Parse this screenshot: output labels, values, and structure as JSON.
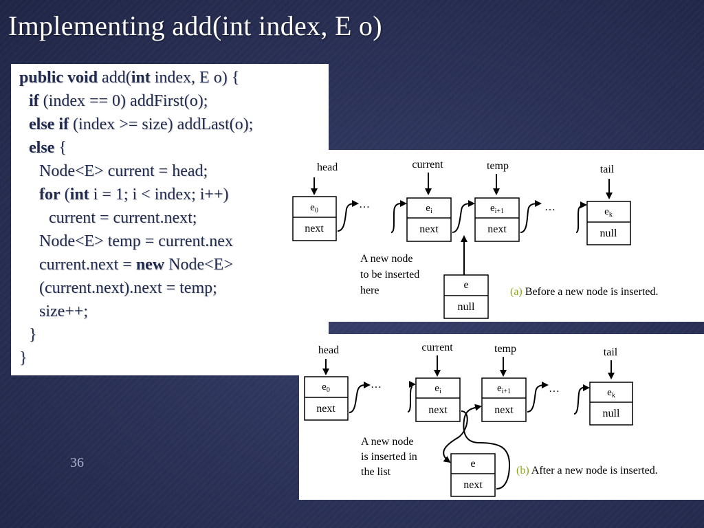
{
  "slide": {
    "title": "Implementing add(int index, E o)",
    "page_number": "36"
  },
  "code": {
    "l1": {
      "kw1": "public void",
      "t1": " add(",
      "kw2": "int",
      "t2": " index, E o) {"
    },
    "l2": {
      "kw1": "if",
      "t1": " (index == 0) addFirst(o);"
    },
    "l3": {
      "kw1": "else if",
      "t1": " (index >= size) addLast(o);"
    },
    "l4": {
      "kw1": "else",
      "t1": " {"
    },
    "l5": {
      "t1": "Node<E> current = head;"
    },
    "l6": {
      "kw1": "for",
      "t1": " (",
      "kw2": "int",
      "t2": " i = 1; i < index; i++)"
    },
    "l7": {
      "t1": "current = current.next;"
    },
    "l8": {
      "t1": "Node<E> temp = current.nex"
    },
    "l9": {
      "t1": "current.next = ",
      "kw1": "new",
      "t2": " Node<E>"
    },
    "l10": {
      "t1": "(current.next).next = temp;"
    },
    "l11": {
      "t1": "size++;"
    },
    "l12": {
      "t1": "}"
    },
    "l13": {
      "t1": "}"
    }
  },
  "figure_a": {
    "labels": {
      "head": "head",
      "current": "current",
      "temp": "temp",
      "tail": "tail"
    },
    "nodes": {
      "e0": {
        "base": "e",
        "sub": "0",
        "field": "next"
      },
      "ei": {
        "base": "e",
        "sub": "i",
        "field": "next"
      },
      "ei1": {
        "base": "e",
        "sub": "i+1",
        "field": "next"
      },
      "ek": {
        "base": "e",
        "sub": "k",
        "field": "null"
      },
      "new": {
        "base": "e",
        "field": "null"
      }
    },
    "ellipsis": "…",
    "note": [
      "A new node",
      "to be inserted",
      "here"
    ],
    "caption_tag": "(a)",
    "caption_text": " Before a new node is inserted."
  },
  "figure_b": {
    "labels": {
      "head": "head",
      "current": "current",
      "temp": "temp",
      "tail": "tail"
    },
    "nodes": {
      "e0": {
        "base": "e",
        "sub": "0",
        "field": "next"
      },
      "ei": {
        "base": "e",
        "sub": "i",
        "field": "next"
      },
      "ei1": {
        "base": "e",
        "sub": "i+1",
        "field": "next"
      },
      "ek": {
        "base": "e",
        "sub": "k",
        "field": "null"
      },
      "new": {
        "base": "e",
        "field": "next"
      }
    },
    "ellipsis": "…",
    "note": [
      "A new node",
      "is inserted in",
      "the list"
    ],
    "caption_tag": "(b)",
    "caption_text": " After a new node is inserted."
  },
  "colors": {
    "code_text": "#1f2a4d",
    "caption_tag": "#8aaa1e",
    "title": "#ffffff",
    "background": "#2c3359"
  }
}
